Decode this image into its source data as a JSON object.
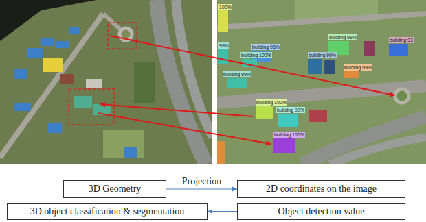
{
  "diagram": {
    "nodes": [
      {
        "text": [
          "3D Geometry"
        ]
      },
      {
        "text": [
          "2D coordinates on the image"
        ]
      },
      {
        "text": [
          "3D object classification & segmentation"
        ]
      },
      {
        "text": [
          "Object detection value"
        ]
      }
    ],
    "edges": [
      {
        "from": 0,
        "to": 1,
        "label": "Projection",
        "arrow": "to"
      },
      {
        "from": 3,
        "to": 2,
        "arrow": "to"
      }
    ],
    "labels": [
      "100%",
      "99%",
      "building 98%",
      "building 100%",
      "building 99%",
      "building 99%",
      "building 93",
      "building 99%",
      "building 99%",
      "building 100%",
      "building 99%",
      "building 100%"
    ]
  }
}
